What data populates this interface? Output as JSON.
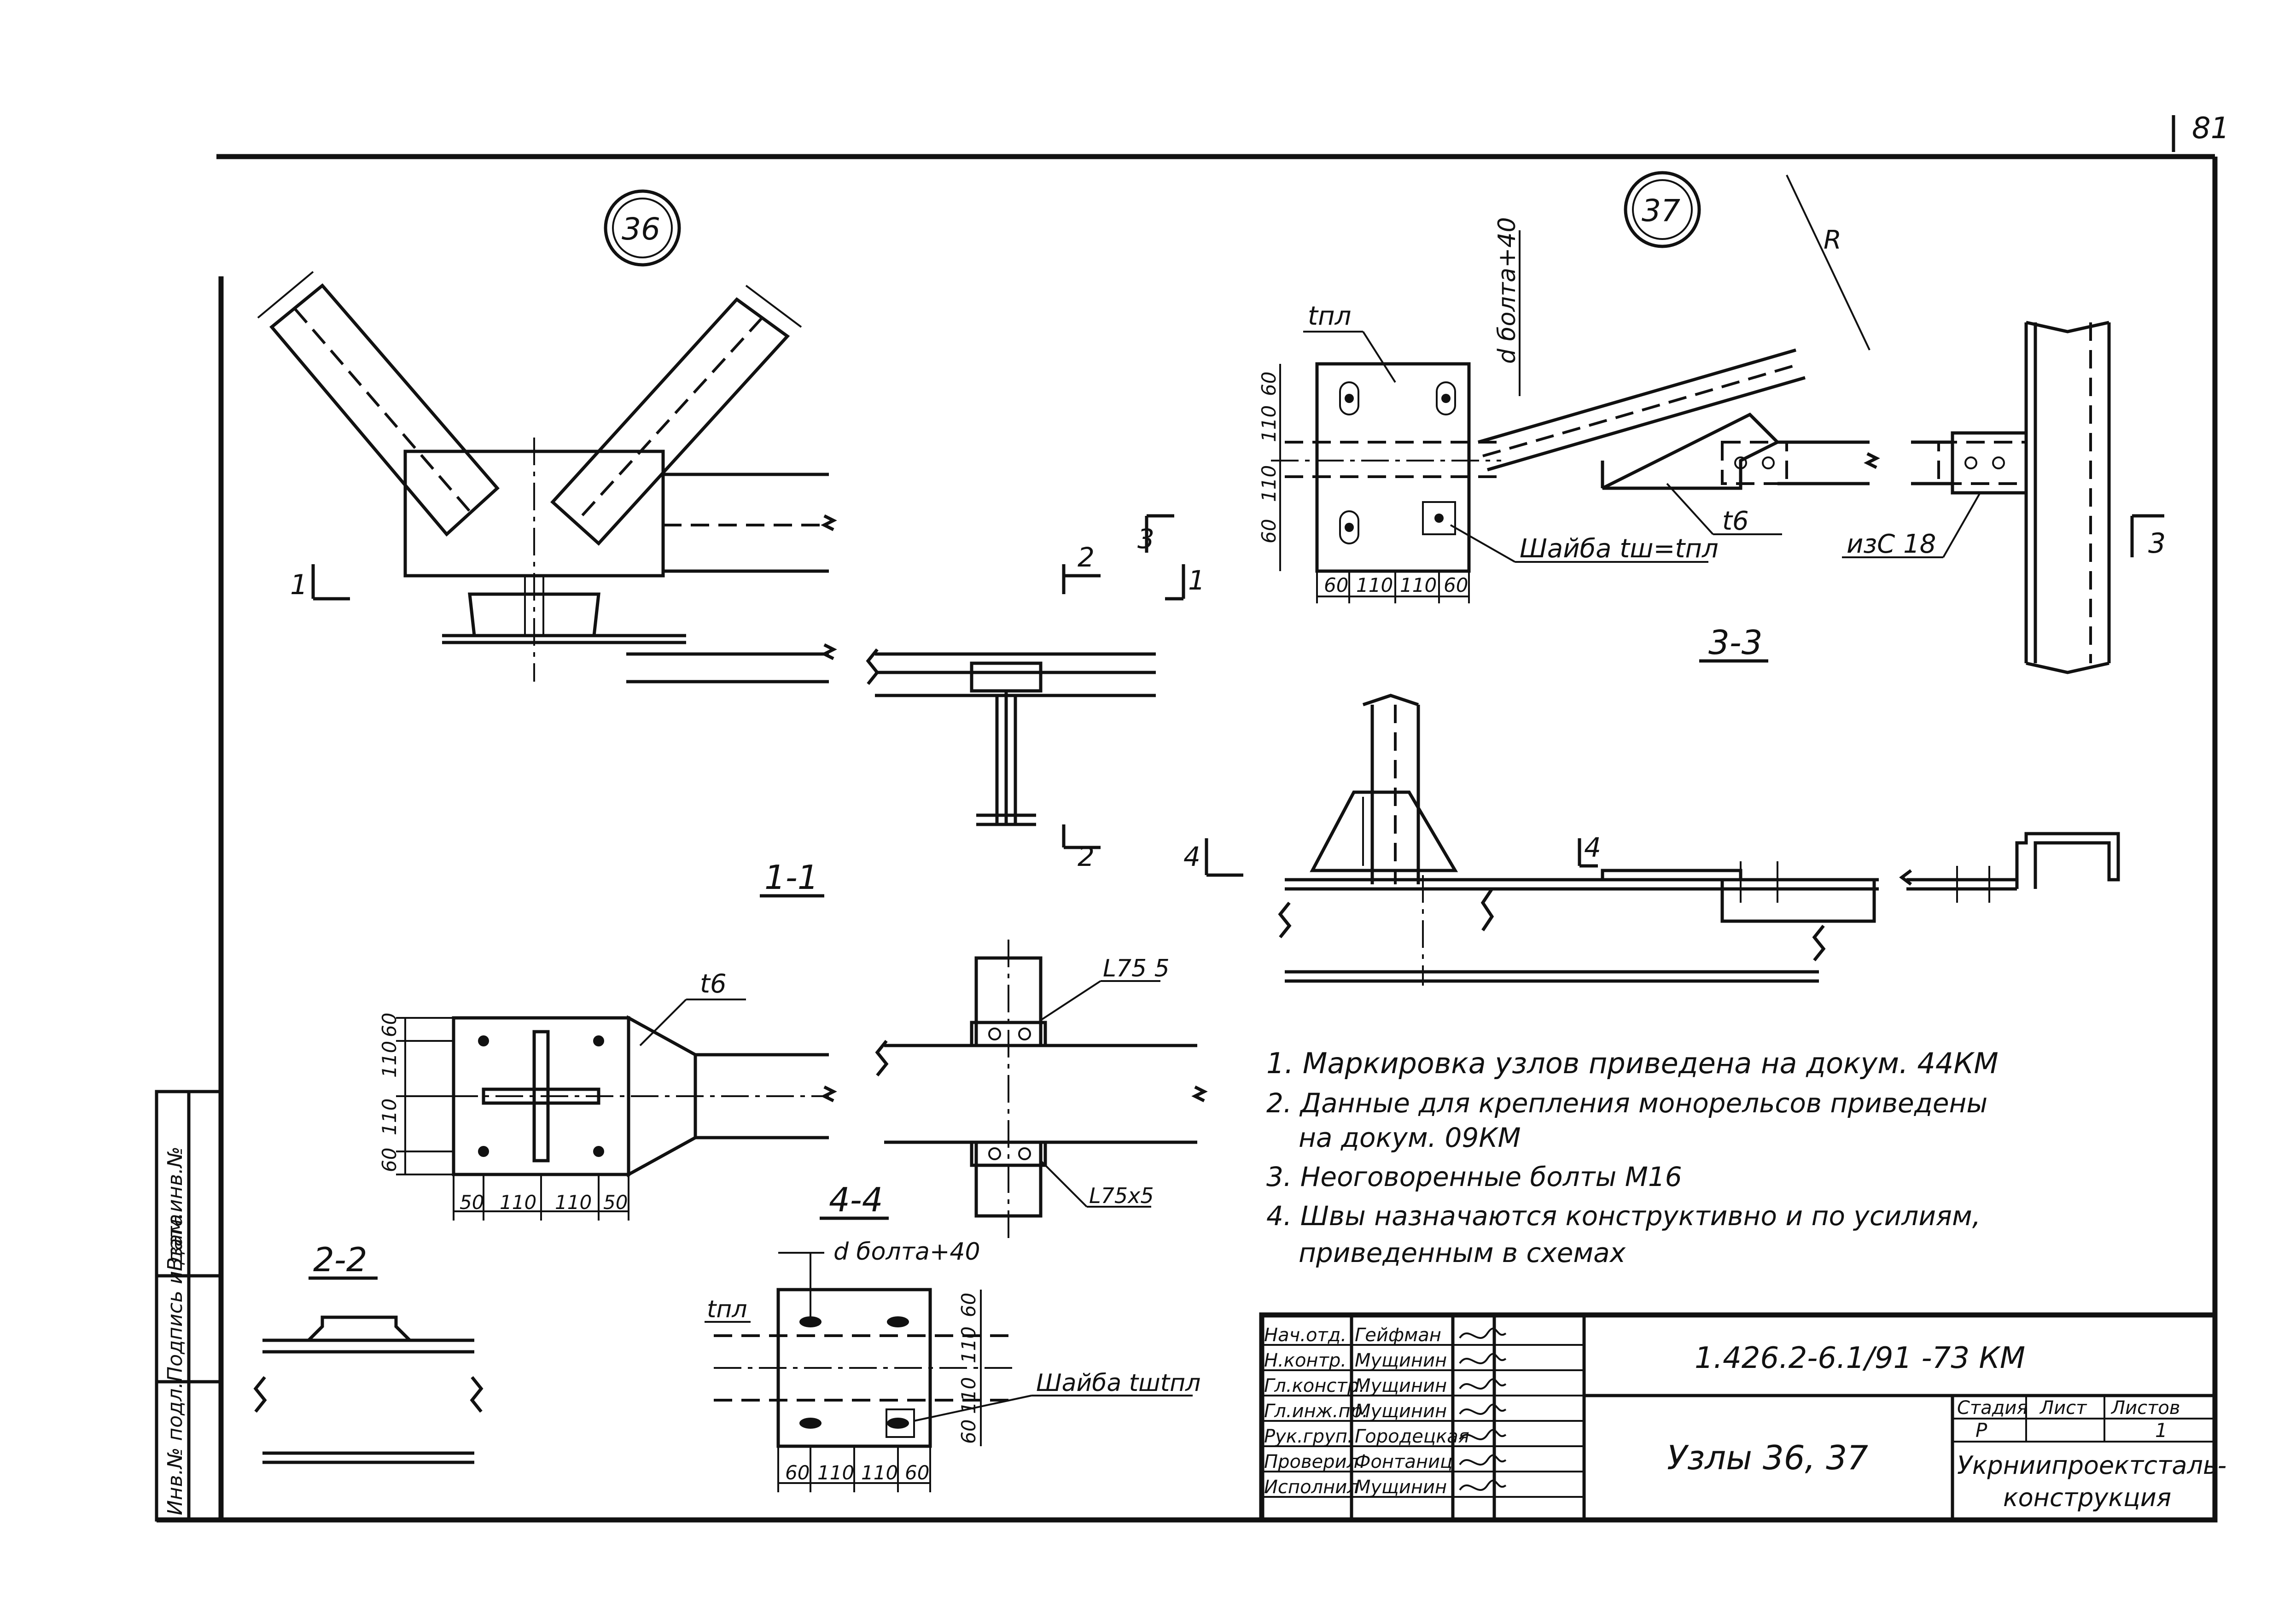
{
  "sheet": {
    "page_number": "81",
    "node_numbers": [
      "36",
      "37"
    ],
    "sections": {
      "s11": "1-1",
      "s22": "2-2",
      "s33": "3-3",
      "s44": "4-4"
    },
    "cut_marks": {
      "one": "1",
      "two": "2",
      "three": "3",
      "four": "4"
    }
  },
  "labels": {
    "t6": "t6",
    "tpl": "tпл",
    "d_bolt": "d болта+40",
    "washer": "Шайба tш=tпл",
    "washer2": "Шайба tшtпл",
    "channel": "изC 18",
    "radius": "R",
    "angle1": "L75 5",
    "angle2": "L75x5"
  },
  "dims": {
    "plate_v": [
      "60",
      "110",
      "110",
      "60"
    ],
    "plate_h": [
      "60",
      "110",
      "110",
      "60"
    ],
    "plate2_v": [
      "60",
      "110",
      "110",
      "60"
    ],
    "plate2_h": [
      "50",
      "110",
      "110",
      "50"
    ],
    "plate3_v": [
      "60",
      "110",
      "110",
      "60"
    ],
    "plate3_h": [
      "60",
      "110",
      "110",
      "60"
    ]
  },
  "notes": [
    "1. Маркировка узлов приведена на докум. 44КМ",
    "2. Данные для крепления монорельсов приведены",
    "на докум. 09КМ",
    "3. Неоговоренные болты М16",
    "4. Швы назначаются конструктивно и по усилиям,",
    "приведенным в схемах"
  ],
  "side_stamp": [
    "Инв.№ подл.",
    "Подпись и дата",
    "Взам.инв.№"
  ],
  "title_block": {
    "roles": [
      "Нач.отд.",
      "Н.контр.",
      "Гл.констр.",
      "Гл.инж.пр.",
      "Рук.груп.",
      "Проверил",
      "Исполнил"
    ],
    "names": [
      "Гейфман",
      "Мущинин",
      "Мущинин",
      "Мущинин",
      "Городецкая",
      "Фонтаниц",
      "Мущинин"
    ],
    "doc_code": "1.426.2-6.1/91 -73 КМ",
    "title": "Узлы 36, 37",
    "stage_header": "Стадия",
    "sheet_header": "Лист",
    "sheets_header": "Листов",
    "stage": "Р",
    "sheet": "",
    "sheets": "1",
    "org_line1": "Укрниипроектсталь-",
    "org_line2": "конструкция"
  }
}
